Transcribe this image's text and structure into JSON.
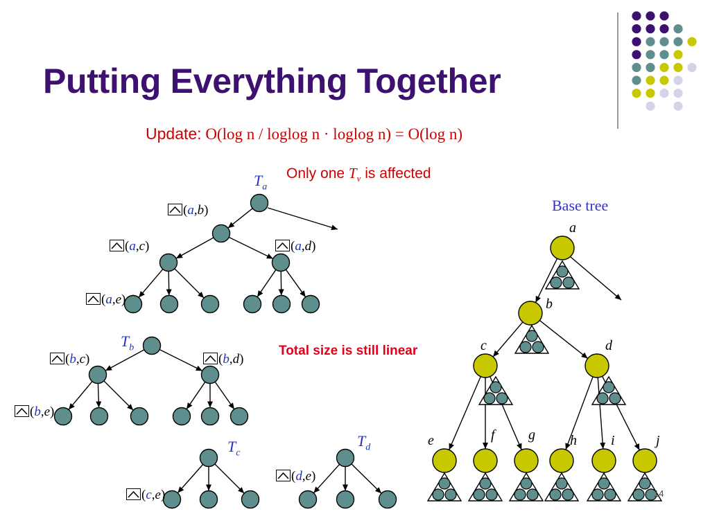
{
  "slide": {
    "title": "Putting Everything Together",
    "update_label": "Update:",
    "update_formula": "O(log n / loglog n · loglog n) = O(log n)",
    "only_prefix": "Only one",
    "only_var": "T",
    "only_sub": "v",
    "only_suffix": "is affected",
    "base_tree_label": "Base tree",
    "total_size_note": "Total size is still linear",
    "page_number": "14"
  },
  "trees": {
    "Ta": {
      "var": "T",
      "sub": "a"
    },
    "Tb": {
      "var": "T",
      "sub": "b"
    },
    "Tc": {
      "var": "T",
      "sub": "c"
    },
    "Td": {
      "var": "T",
      "sub": "d"
    }
  },
  "edge_labels": [
    {
      "u": "a",
      "w": "b"
    },
    {
      "u": "a",
      "w": "c"
    },
    {
      "u": "a",
      "w": "d"
    },
    {
      "u": "a",
      "w": "e"
    },
    {
      "u": "b",
      "w": "c"
    },
    {
      "u": "b",
      "w": "d"
    },
    {
      "u": "b",
      "w": "e"
    },
    {
      "u": "c",
      "w": "e"
    },
    {
      "u": "d",
      "w": "e"
    }
  ],
  "base_nodes": [
    "a",
    "b",
    "c",
    "d",
    "e",
    "f",
    "g",
    "h",
    "i",
    "j"
  ],
  "colors": {
    "title": "#3d1170",
    "accent_red": "#cc0000",
    "label_blue": "#2233bb",
    "teal_node": "#5f8e8e",
    "yellow_node": "#c8c800",
    "lavender": "#d4d4e8"
  },
  "icons": [
    "collapse-icon"
  ]
}
